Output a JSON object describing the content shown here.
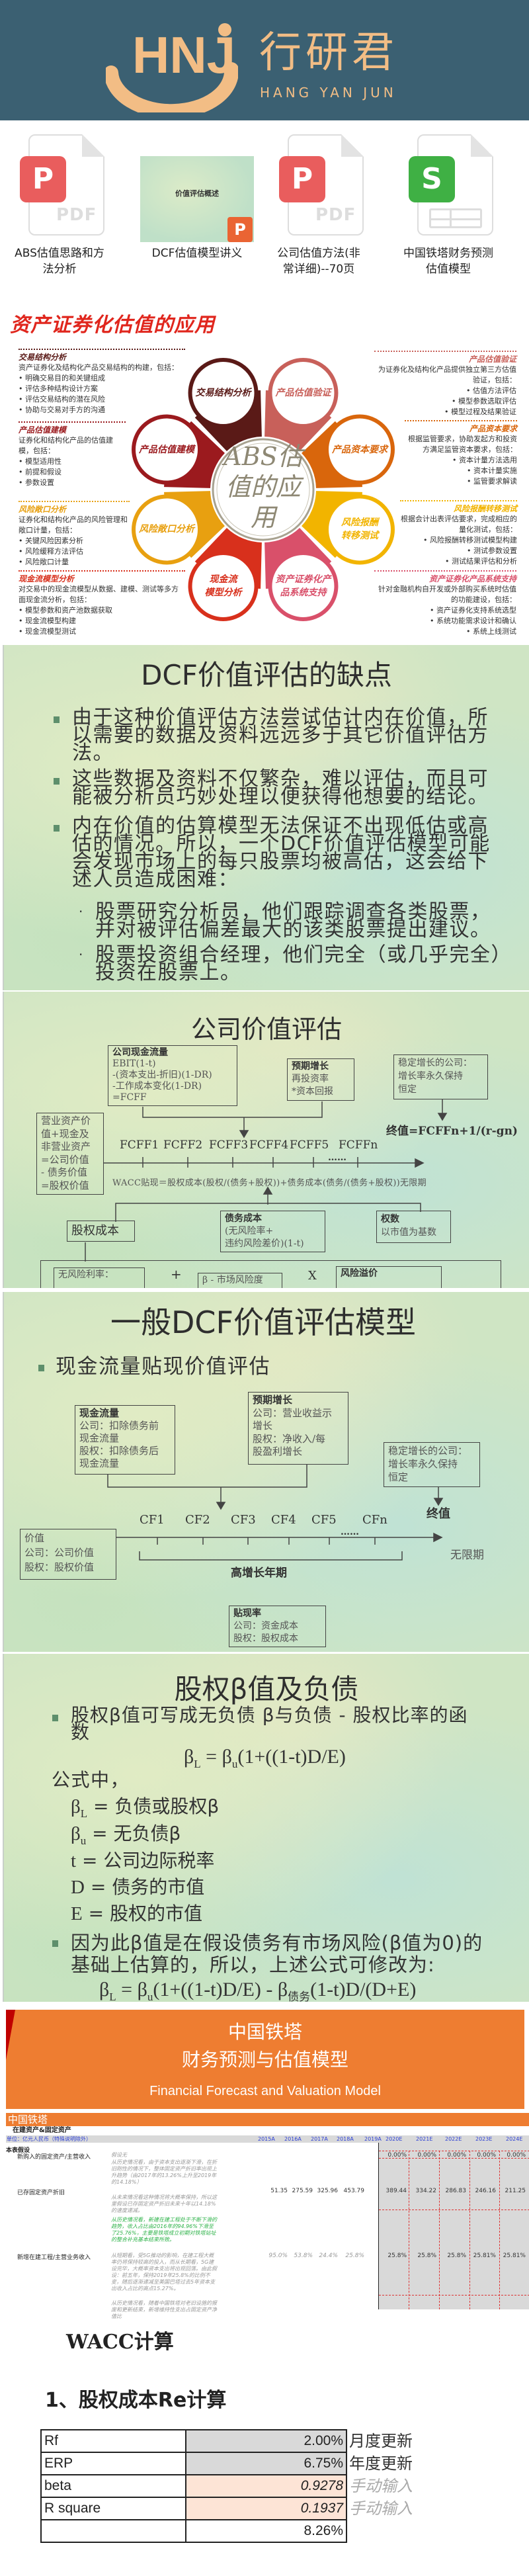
{
  "header": {
    "logo_letters": "HNJ",
    "brand_cn": "行研君",
    "brand_en": "HANG YAN JUN"
  },
  "files": [
    {
      "label": "ABS估值思路和方法分析",
      "type": "PDF",
      "badge": "P",
      "color": "#e95d5d"
    },
    {
      "label": "DCF估值模型讲义",
      "type": "PPT",
      "badge": "P",
      "thumb_text": "价值评估概述",
      "color": "#ea6433"
    },
    {
      "label": "公司估值方法(非常详细)--70页",
      "type": "PDF",
      "badge": "P",
      "color": "#e95d5d"
    },
    {
      "label": "中国铁塔财务预测估值模型",
      "type": "XLS",
      "badge": "S",
      "color": "#3fb044"
    }
  ],
  "abs": {
    "title": "资产证券化估值的应用",
    "center": [
      "ABS估",
      "值的应",
      "用"
    ],
    "items": [
      {
        "circle": [
          "交易结构分析"
        ],
        "title": "交易结构分析",
        "desc": "资产证券化及结构化产品交易结构的构建，包括：",
        "bullets": [
          "明确交易目的和关键组成",
          "评估多种结构设计方案",
          "评估交易结构的潜在风险",
          "协助与交易对手方的沟通"
        ],
        "color": "#5a1a17"
      },
      {
        "circle": [
          "产品估值验证"
        ],
        "title": "产品估值验证",
        "desc": "为证券化及结构化产品提供独立第三方估值验证，包括：",
        "bullets": [
          "估值方法评估",
          "模型参数选取评估",
          "模型过程及结果验证"
        ],
        "color": "#c8605a"
      },
      {
        "circle": [
          "产品估值建模"
        ],
        "title": "产品估值建模",
        "desc": "证券化和结构化产品的估值建模，包括：",
        "bullets": [
          "模型适用性",
          "前提和假设",
          "参数设置"
        ],
        "color": "#9b1a1e"
      },
      {
        "circle": [
          "产品资本要求"
        ],
        "title": "产品资本要求",
        "desc": "根据监管要求，协助发起方和投资方满足监管资本要求，包括：",
        "bullets": [
          "资本计量方法选用",
          "资本计量实施",
          "监管要求解读"
        ],
        "color": "#d9660c"
      },
      {
        "circle": [
          "风险敞口分析"
        ],
        "title": "风险敞口分析",
        "desc": "证券化和结构化产品的风险管理和敞口计量，包括：",
        "bullets": [
          "关键风险因素分析",
          "风险缓释方法评估",
          "风险敞口计量"
        ],
        "color": "#e8a010"
      },
      {
        "circle": [
          "风险报酬",
          "转移测试"
        ],
        "title": "风险报酬转移测试",
        "desc": "根据会计出表评估要求，完成相应的量化测试，包括：",
        "bullets": [
          "风险报酬转移测试模型构建",
          "测试参数设置",
          "测试结果评估和分析"
        ],
        "color": "#f2b400"
      },
      {
        "circle": [
          "现金流",
          "模型分析"
        ],
        "title": "现金流模型分析",
        "desc": "对交易中的现金流模型从数据、建模、测试等多方面现金流分析，包括：",
        "bullets": [
          "模型参数和资产池数据获取",
          "现金流模型构建",
          "现金流模型测试"
        ],
        "color": "#d8301c"
      },
      {
        "circle": [
          "资产证券化产",
          "品系统支持"
        ],
        "title": "资产证券化产品系统支持",
        "desc": "针对金融机构自开发或外部购买系统时估值的功能建设，包括：",
        "bullets": [
          "资产证券化支持系统选型",
          "系统功能需求设计和确认",
          "系统上线测试"
        ],
        "color": "#d9506a"
      }
    ]
  },
  "slide1": {
    "title": "DCF价值评估的缺点",
    "bullets": [
      "由于这种价值评估方法尝试估计内在价值，所以需要的数据及资料远远多于其它价值评估方法。",
      "这些数据及资料不仅繁杂，难以评估，而且可能被分析员巧妙处理以便获得他想要的结论。",
      "内在价值的估算模型无法保证不出现低估或高估的情况。所以，一个DCF价值评估模型可能会发现市场上的每只股票均被高估，这会给下述人员造成困难："
    ],
    "sub_bullets": [
      "股票研究分析员，他们跟踪调查各类股票，并对被评估偏差最大的该类股票提出建议。",
      "股票投资组合经理，他们完全（或几乎完全）投资在股票上。"
    ]
  },
  "slide2": {
    "title": "公司价值评估",
    "cash_box": {
      "title": "公司现金流量",
      "lines": [
        "EBIT(1-t)",
        "-(资本支出-折旧)(1-DR)",
        "-工作成本变化(1-DR)",
        "=FCFF"
      ]
    },
    "growth_box": {
      "title": "预期增长",
      "lines": [
        "再投资率",
        "*资本回报"
      ]
    },
    "stable_box": {
      "lines": [
        "稳定增长的公司：",
        "增长率永久保持",
        "恒定"
      ]
    },
    "terminal": "终值=FCFFn+1/(r-gn)",
    "value_box": {
      "lines": [
        "营业资产价",
        "值+现金及",
        "非营业资产",
        "=公司价值",
        "- 债务价值",
        "=股权价值"
      ]
    },
    "flows": [
      "FCFF1",
      "FCFF2",
      "FCFF3",
      "FCFF4",
      "FCFF5",
      "FCFFn"
    ],
    "dots": "……",
    "wacc": "WACC贴现＝股权成本(股权/(债务+股权))+债务成本(债务/(债务+股权))无限期",
    "equity_cost": "股权成本",
    "debt_box": {
      "title": "债务成本",
      "lines": [
        "(无风险率+",
        "违约风险差价)(1-t)"
      ]
    },
    "weight_box": {
      "title": "权数",
      "lines": [
        "以市值为基数"
      ]
    },
    "riskfree": "无风险利率：",
    "plus": "+",
    "beta": "β - 市场风险度",
    "times": "X",
    "premium": "风险溢价"
  },
  "slide3": {
    "title": "一般DCF价值评估模型",
    "bullet": "现金流量贴现价值评估",
    "cash_box": {
      "title": "现金流量",
      "lines": [
        "公司：扣除债务前",
        "现金流量",
        "股权：扣除债务后",
        "现金流量"
      ]
    },
    "growth_box": {
      "title": "预期增长",
      "lines": [
        "公司：营业收益示",
        "增长",
        "股权：净收入/每",
        "股盈利增长"
      ]
    },
    "stable_box": {
      "lines": [
        "稳定增长的公司：",
        "增长率永久保持",
        "恒定"
      ]
    },
    "terminal": "终值",
    "flows": [
      "CF1",
      "CF2",
      "CF3",
      "CF4",
      "CF5",
      "CFn"
    ],
    "dots": "……",
    "value_box": {
      "title": "价值",
      "lines": [
        "公司：公司价值",
        "股权：股权价值"
      ]
    },
    "infinite": "无限期",
    "high_growth": "高增长年期",
    "discount_box": {
      "title": "贴现率",
      "lines": [
        "公司：资金成本",
        "股权：股权成本"
      ]
    }
  },
  "slide4": {
    "title": "股权β值及负债",
    "bullet1": "股权β值可写成无负债 β与负债 - 股权比率的函数",
    "formula1": {
      "a": "β",
      "a_sub": "L",
      "b": " = β",
      "b_sub": "u",
      "c": "(1+((1-t)D/E)"
    },
    "where": "公式中，",
    "defs": [
      {
        "s": "β",
        "sub": "L",
        "t": " = 负债或股权β"
      },
      {
        "s": "β",
        "sub": "u",
        "t": " = 无负债β"
      },
      {
        "s": "t",
        "sub": "",
        "t": " = 公司边际税率"
      },
      {
        "s": "D",
        "sub": "",
        "t": " = 债务的市值"
      },
      {
        "s": "E",
        "sub": "",
        "t": " = 股权的市值"
      }
    ],
    "bullet2": "因为此β值是在假设债务有市场风险(β值为0)的基础上估算的，所以，上述公式可修改为:",
    "formula2": {
      "a": "β",
      "a_sub": "L",
      "b": " = β",
      "b_sub": "u",
      "c": "(1+((1-t)D/E) -  β",
      "c_sub": "债务",
      "d": "(1-t)D/(D+E)"
    }
  },
  "cover": {
    "title1": "中国铁塔",
    "title2": "财务预测与估值模型",
    "subtitle": "Financial Forecast and Valuation Model"
  },
  "sheet": {
    "banner": "中国铁塔",
    "section": "在建资产&固定资产",
    "unit": "单位：亿元人民币（特殊说明除外）",
    "years": [
      "2015A",
      "2016A",
      "2017A",
      "2018A",
      "2019A",
      "2020E",
      "2021E",
      "2022E",
      "2023E",
      "2024E"
    ],
    "assumptions": "本表假设",
    "rows": [
      {
        "label": "新购入的固定资产/主营收入",
        "notes": [
          "假设无",
          "从历史情况看，由于资本支出逐渐下滑，在折旧刚性的情况下，整体固定资产折旧率出现上升趋势（由2017年的13.26%上升至2019年的14.18%）"
        ],
        "hist": [],
        "proj": [
          "0.00%",
          "0.00%",
          "0.00%",
          "0.00%",
          "0.00%"
        ]
      },
      {
        "label": "已存固定资产折旧",
        "notes": [
          "从未来情况看这种情况将大概率保持，所以这里假设已存固定资产折旧未来十年以14.18%的速度递减。"
        ],
        "green": "从历史情况看，新建在建工程处于不断下滑的趋势，收入占比由2016年的94.96%下滑至了25.76%，主要是铁塔成立初期对铁塔站址的整合补充基本结束所致。",
        "hist": [
          "51.35",
          "275.59",
          "325.96",
          "453.79"
        ],
        "proj": [
          "389.44",
          "334.22",
          "286.83",
          "246.16",
          "211.25"
        ]
      },
      {
        "label": "新增在建工程/主营业务收入",
        "notes": [
          "从短期看，受5G推动的影响，在建工程大概率仍将保持较高的投入，而从长期看，5G建设完毕，大概率资本支出将出现回落。由此假设：前五年，保持2019年25.8%的比例不变，随后逐渐递减至美国巴塔过去5年资本支出收入占比的高点15.27%。",
          "从历史情况看，随着中国铁塔对老旧设施的报废和更新结束，新增维持性支出占固定资产净值比"
        ],
        "hist": [
          "95.0%",
          "53.8%",
          "24.4%",
          "25.8%"
        ],
        "proj": [
          "25.8%",
          "25.8%",
          "25.8%",
          "25.81%",
          "25.81%"
        ]
      }
    ]
  },
  "wacc": {
    "title": "WACC计算",
    "subtitle": "1、股权成本Re计算",
    "rows": [
      {
        "k": "Rf",
        "v": "2.00%",
        "note": "月度更新",
        "kind": "grey"
      },
      {
        "k": "ERP",
        "v": "6.75%",
        "note": "年度更新",
        "kind": "grey"
      },
      {
        "k": "beta",
        "v": "0.9278",
        "note": "手动输入",
        "kind": "input"
      },
      {
        "k": "R square",
        "v": "0.1937",
        "note": "手动输入",
        "kind": "input"
      },
      {
        "k": "",
        "v": "8.26%",
        "note": "",
        "kind": "result"
      }
    ]
  }
}
